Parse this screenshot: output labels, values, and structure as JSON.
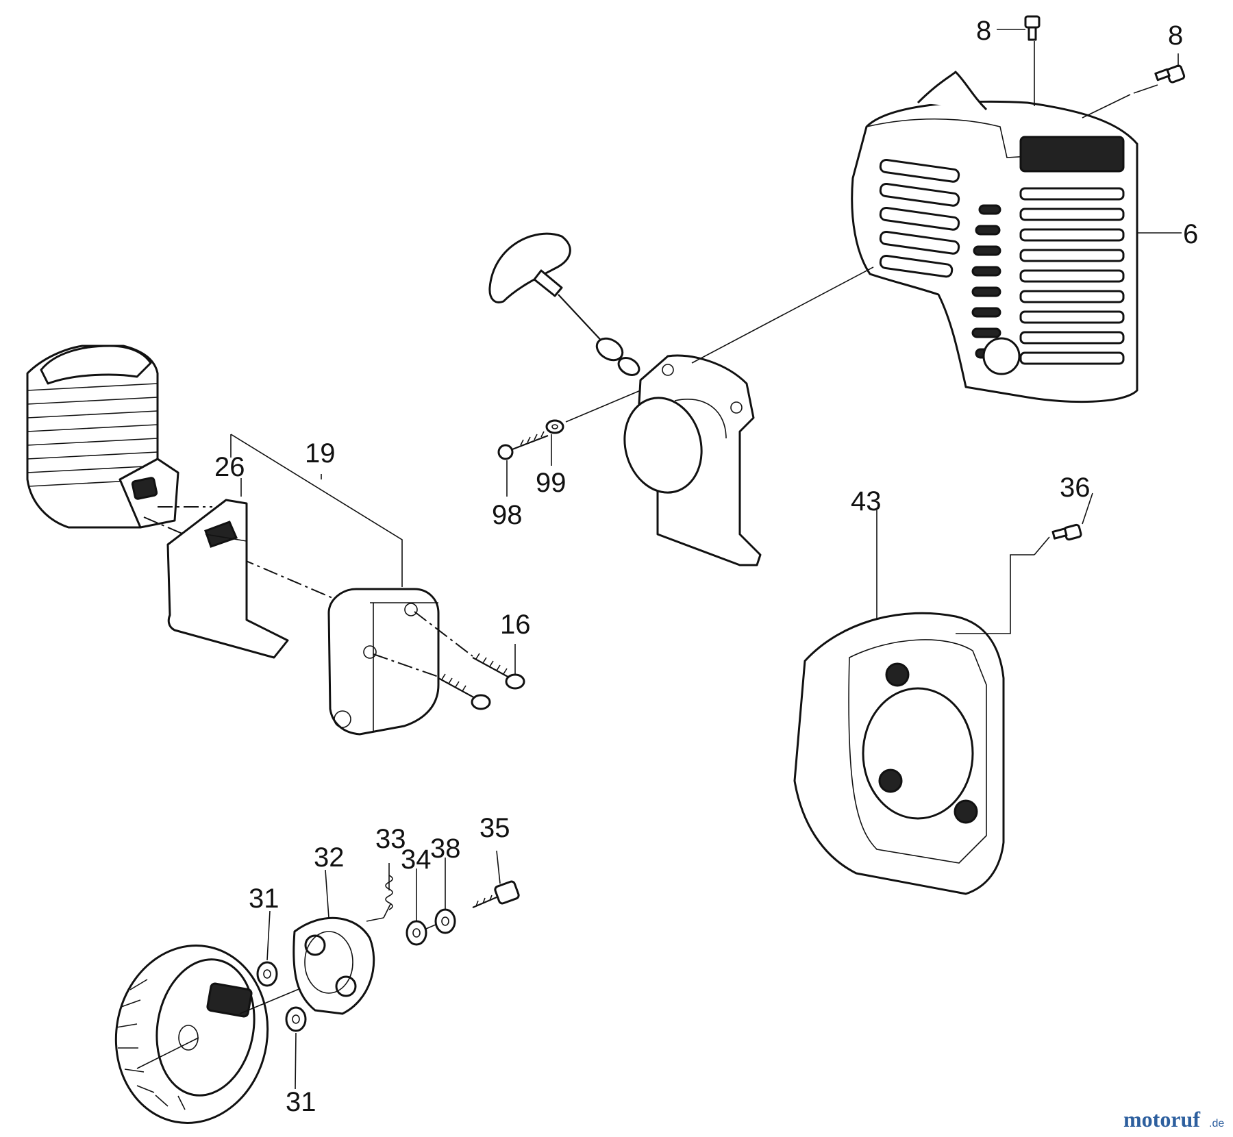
{
  "callouts": {
    "c8a": "8",
    "c8b": "8",
    "c6": "6",
    "c98": "98",
    "c99": "99",
    "c19": "19",
    "c26": "26",
    "c16": "16",
    "c43": "43",
    "c36": "36",
    "c31a": "31",
    "c31b": "31",
    "c32": "32",
    "c33": "33",
    "c34": "34",
    "c38": "38",
    "c35": "35"
  },
  "watermark": {
    "brand": "motoruf",
    "tld": ".de"
  },
  "colors": {
    "line": "#111111",
    "watermark": "#2d5f9e"
  }
}
